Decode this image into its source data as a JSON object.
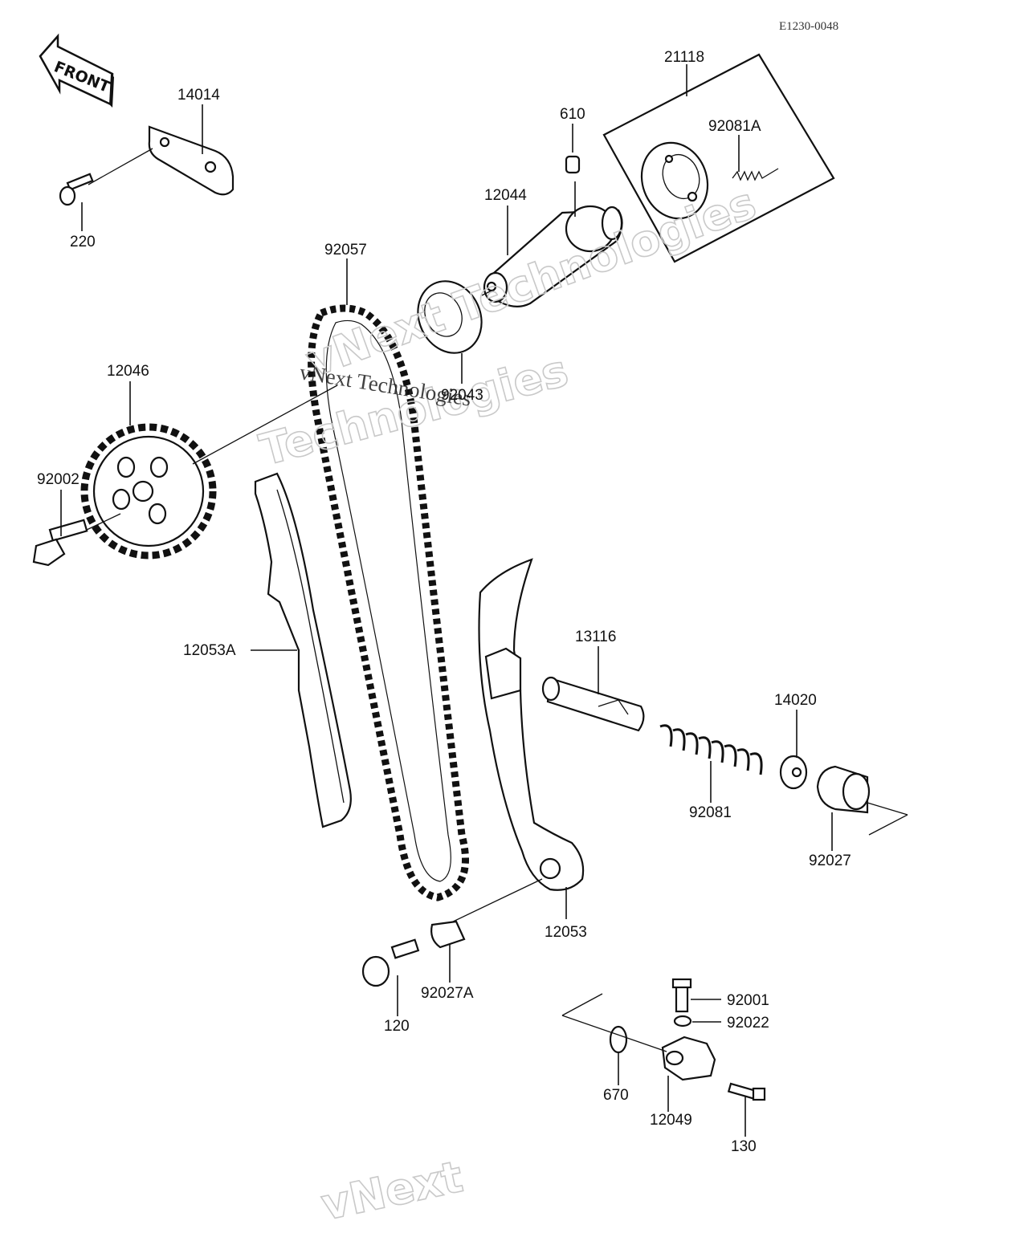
{
  "diagram": {
    "reference_code": "E1230-0048",
    "front_arrow_label": "FRONT",
    "watermarks": [
      "vNext Technologies",
      "Technologies",
      "vNext Technologies",
      "vNext"
    ],
    "parts": [
      {
        "id": "21118",
        "label": "21118"
      },
      {
        "id": "92081A",
        "label": "92081A"
      },
      {
        "id": "610",
        "label": "610"
      },
      {
        "id": "12044",
        "label": "12044"
      },
      {
        "id": "14014",
        "label": "14014"
      },
      {
        "id": "220",
        "label": "220"
      },
      {
        "id": "92057",
        "label": "92057"
      },
      {
        "id": "92043",
        "label": "92043"
      },
      {
        "id": "12046",
        "label": "12046"
      },
      {
        "id": "92002",
        "label": "92002"
      },
      {
        "id": "12053A",
        "label": "12053A"
      },
      {
        "id": "13116",
        "label": "13116"
      },
      {
        "id": "14020",
        "label": "14020"
      },
      {
        "id": "92081",
        "label": "92081"
      },
      {
        "id": "92027",
        "label": "92027"
      },
      {
        "id": "12053",
        "label": "12053"
      },
      {
        "id": "92027A",
        "label": "92027A"
      },
      {
        "id": "120",
        "label": "120"
      },
      {
        "id": "92001",
        "label": "92001"
      },
      {
        "id": "92022",
        "label": "92022"
      },
      {
        "id": "670",
        "label": "670"
      },
      {
        "id": "12049",
        "label": "12049"
      },
      {
        "id": "130",
        "label": "130"
      }
    ]
  }
}
